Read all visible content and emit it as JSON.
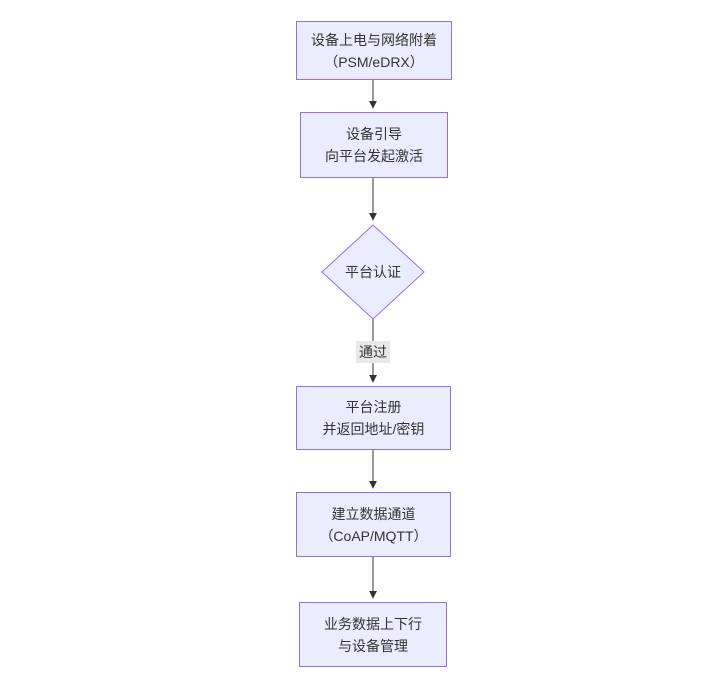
{
  "diagram": {
    "type": "flowchart-vertical",
    "nodes": [
      {
        "id": "power-attach",
        "shape": "rect",
        "line1": "设备上电与网络附着",
        "line2": "（PSM/eDRX）"
      },
      {
        "id": "bootstrap",
        "shape": "rect",
        "line1": "设备引导",
        "line2": "向平台发起激活"
      },
      {
        "id": "platform-auth",
        "shape": "diamond",
        "label": "平台认证"
      },
      {
        "id": "register",
        "shape": "rect",
        "line1": "平台注册",
        "line2": "并返回地址/密钥"
      },
      {
        "id": "data-channel",
        "shape": "rect",
        "line1": "建立数据通道",
        "line2": "（CoAP/MQTT）"
      },
      {
        "id": "business-data",
        "shape": "rect",
        "line1": "业务数据上下行",
        "line2": "与设备管理"
      }
    ],
    "edges": [
      {
        "from": "power-attach",
        "to": "bootstrap",
        "label": ""
      },
      {
        "from": "bootstrap",
        "to": "platform-auth",
        "label": ""
      },
      {
        "from": "platform-auth",
        "to": "register",
        "label": "通过"
      },
      {
        "from": "register",
        "to": "data-channel",
        "label": ""
      },
      {
        "from": "data-channel",
        "to": "business-data",
        "label": ""
      }
    ],
    "edge_label_pass": "通过",
    "colors": {
      "node_fill": "#ECECFF",
      "node_border": "#9370DB",
      "text": "#333333",
      "arrow": "#333333",
      "edge_label_bg": "#e8e8e8",
      "background": "#ffffff"
    }
  }
}
